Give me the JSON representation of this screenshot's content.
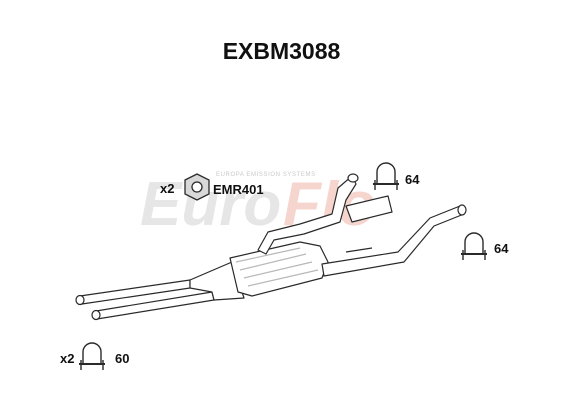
{
  "title": "EXBM3088",
  "parts": {
    "gasket": {
      "qty": "x2",
      "code": "EMR401",
      "icon": "hex-gasket-icon"
    },
    "clamp_upper": {
      "size": "64",
      "icon": "u-bolt-clamp-icon"
    },
    "clamp_right": {
      "size": "64",
      "icon": "u-bolt-clamp-icon"
    },
    "clamp_lower": {
      "qty": "x2",
      "size": "60",
      "icon": "u-bolt-clamp-icon"
    }
  },
  "watermark": {
    "logo_text": "EuroFlo",
    "tagline": "EUROPA EMISSION SYSTEMS",
    "colors": {
      "euro": "#e6e6e6",
      "flo": "#f6d5cf"
    }
  },
  "colors": {
    "outline": "#2a2a2a",
    "pipe_fill": "#ffffff",
    "shade": "#b8b8b8"
  }
}
